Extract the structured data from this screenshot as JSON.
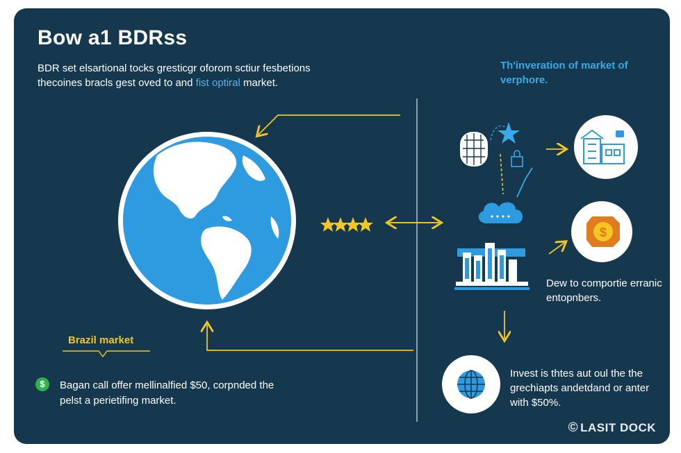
{
  "title": "Bow a1 BDRss",
  "intro": {
    "line1": "BDR set elsartional tocks gresticɡr oforom sctiur fesbetions",
    "line2_start": "thecoines bracls gest oved to and ",
    "line2_highlight": "fist optiral",
    "line2_end": " market."
  },
  "right_heading": "Th'inveration of market of verphore.",
  "brazil_label": "Brazil market",
  "offer": {
    "icon": "dollar-icon",
    "text": "Bagan call offer mellinalfied $50, corpnded the pelst a perietifing market."
  },
  "captions": {
    "finance": "Dew to comportie erranic entopnbers.",
    "invest": "Invest is thtes aut oul the the grechiapts andetdand or anter with $50%."
  },
  "logo": "LASIT DOCK",
  "colors": {
    "background": "#15384f",
    "accent_yellow": "#f3c623",
    "accent_blue": "#3aa9e8",
    "globe_blue": "#2e9be0"
  },
  "icons": [
    "globe-icon",
    "star-icon",
    "cloud-icon",
    "building-icon",
    "coin-icon",
    "bank-icon",
    "arrow-icon"
  ]
}
